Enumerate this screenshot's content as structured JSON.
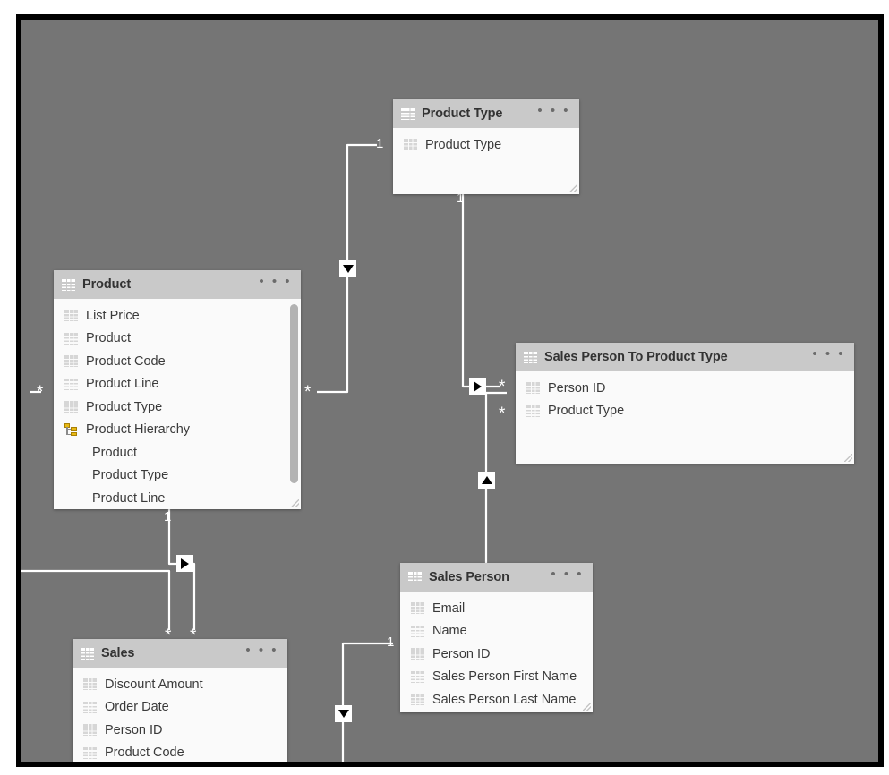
{
  "canvas": {
    "background_color": "#757575",
    "border_color": "#000000"
  },
  "theme": {
    "table_header_bg": "#c9c9c9",
    "table_body_bg": "#fafafa",
    "title_color": "#333333",
    "field_color": "#3a3a3a",
    "relationship_line_color": "#ffffff",
    "hierarchy_icon_color": "#e8b912"
  },
  "tables": [
    {
      "id": "product-type",
      "name": "Product Type",
      "menu": "• • •",
      "fields": [
        {
          "label": "Product Type",
          "icon": "column-icon",
          "indent": false
        }
      ]
    },
    {
      "id": "product",
      "name": "Product",
      "menu": "• • •",
      "fields": [
        {
          "label": "List Price",
          "icon": "column-icon",
          "indent": false
        },
        {
          "label": "Product",
          "icon": "column-icon",
          "indent": false
        },
        {
          "label": "Product Code",
          "icon": "column-icon",
          "indent": false
        },
        {
          "label": "Product Line",
          "icon": "column-icon",
          "indent": false
        },
        {
          "label": "Product Type",
          "icon": "column-icon",
          "indent": false
        },
        {
          "label": "Product Hierarchy",
          "icon": "hierarchy-icon",
          "indent": false
        },
        {
          "label": "Product",
          "icon": "none",
          "indent": true
        },
        {
          "label": "Product Type",
          "icon": "none",
          "indent": true
        },
        {
          "label": "Product Line",
          "icon": "none",
          "indent": true
        }
      ]
    },
    {
      "id": "sales-person-to-product-type",
      "name": "Sales Person To Product Type",
      "menu": "• • •",
      "fields": [
        {
          "label": "Person ID",
          "icon": "column-icon",
          "indent": false
        },
        {
          "label": "Product Type",
          "icon": "column-icon",
          "indent": false
        }
      ]
    },
    {
      "id": "sales-person",
      "name": "Sales Person",
      "menu": "• • •",
      "fields": [
        {
          "label": "Email",
          "icon": "column-icon",
          "indent": false
        },
        {
          "label": "Name",
          "icon": "column-icon",
          "indent": false
        },
        {
          "label": "Person ID",
          "icon": "column-icon",
          "indent": false
        },
        {
          "label": "Sales Person First Name",
          "icon": "column-icon",
          "indent": false
        },
        {
          "label": "Sales Person Last Name",
          "icon": "column-icon",
          "indent": false
        }
      ]
    },
    {
      "id": "sales",
      "name": "Sales",
      "menu": "• • •",
      "fields": [
        {
          "label": "Discount Amount",
          "icon": "column-icon",
          "indent": false
        },
        {
          "label": "Order Date",
          "icon": "column-icon",
          "indent": false
        },
        {
          "label": "Person ID",
          "icon": "column-icon",
          "indent": false
        },
        {
          "label": "Product Code",
          "icon": "column-icon",
          "indent": false
        }
      ]
    }
  ],
  "relationships": [
    {
      "id": "product-type-to-product",
      "from_table": "Product Type",
      "to_table": "Product",
      "from_cardinality": "1",
      "to_cardinality": "*",
      "cross_filter_direction": "down"
    },
    {
      "id": "product-type-to-sales-person-to-product-type",
      "from_table": "Product Type",
      "to_table": "Sales Person To Product Type",
      "from_cardinality": "1",
      "to_cardinality": "*",
      "cross_filter_direction": "right"
    },
    {
      "id": "sales-person-to-bridge",
      "from_table": "Sales Person",
      "to_table": "Sales Person To Product Type",
      "from_cardinality": "1",
      "to_cardinality": "*",
      "cross_filter_direction": "up"
    },
    {
      "id": "product-to-sales",
      "from_table": "Product",
      "to_table": "Sales",
      "from_cardinality": "1",
      "to_cardinality": "*",
      "cross_filter_direction": "right"
    },
    {
      "id": "offscreen-to-sales",
      "from_table": "",
      "to_table": "Sales",
      "from_cardinality": "",
      "to_cardinality": "*",
      "cross_filter_direction": "none"
    },
    {
      "id": "offscreen-to-product",
      "from_table": "",
      "to_table": "Product",
      "from_cardinality": "",
      "to_cardinality": "*",
      "cross_filter_direction": "none"
    },
    {
      "id": "sales-person-to-sales",
      "from_table": "Sales Person",
      "to_table": "Sales",
      "from_cardinality": "1",
      "to_cardinality": "",
      "cross_filter_direction": "down"
    }
  ],
  "markers": {
    "one": "1",
    "many": "*"
  }
}
